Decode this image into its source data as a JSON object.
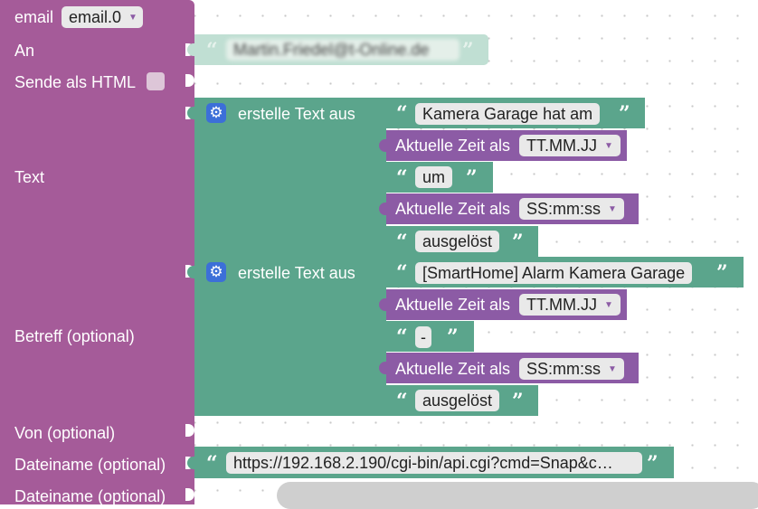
{
  "email_block": {
    "label": "email",
    "instance": "email.0",
    "rows": {
      "an": "An",
      "html": "Sende als HTML",
      "text": "Text",
      "betreff": "Betreff (optional)",
      "von": "Von (optional)",
      "datei1": "Dateiname (optional)",
      "datei2": "Dateiname (optional)"
    }
  },
  "to_value": "Martin.Friedel@t-Online.de",
  "create_text_label": "erstelle Text aus",
  "current_time_label": "Aktuelle Zeit als",
  "text_parts": {
    "part1": "Kamera Garage hat am",
    "time1": "TT.MM.JJ",
    "part2": "um",
    "time2": "SS:mm:ss",
    "part3": "ausgelöst"
  },
  "subject_parts": {
    "part1": "[SmartHome] Alarm Kamera Garage",
    "time1": "TT.MM.JJ",
    "part2": "-",
    "time2": "SS:mm:ss",
    "part3": "ausgelöst"
  },
  "filename_value": "https://192.168.2.190/cgi-bin/api.cgi?cmd=Snap&c…",
  "colors": {
    "email_block": "#a55b99",
    "text_block": "#5ba58c",
    "time_block": "#8c5ba5",
    "gear": "#3c6fd8"
  }
}
